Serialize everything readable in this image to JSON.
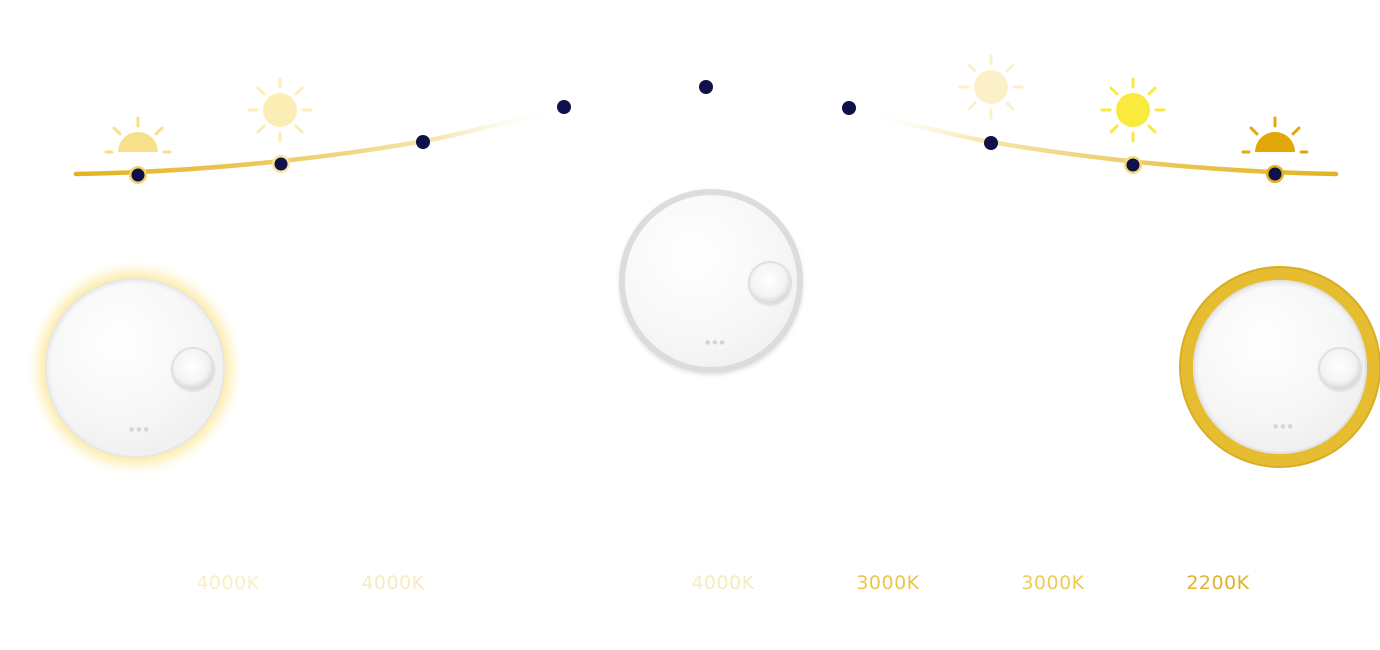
{
  "colors": {
    "curve_warm": "#e3b21e",
    "curve_light": "#f3dc90",
    "dot": "#10104a",
    "sun_dim": "#f7e08a",
    "sun_pale": "#fbeeb4",
    "sun_bright": "#f9ea3d",
    "sun_deep": "#e2a80a",
    "ring_gold": "#e6bd31",
    "glow": "#fbe79a"
  },
  "icons": [
    "sunrise-icon",
    "morning-sun-icon",
    "afternoon-sun-icon",
    "noon-sun-icon",
    "sunset-icon"
  ],
  "devices": [
    {
      "name": "ceiling-light-4000k-glow",
      "mode": "glow"
    },
    {
      "name": "ceiling-light-off",
      "mode": "off"
    },
    {
      "name": "ceiling-light-2200k-ring",
      "mode": "ring"
    }
  ],
  "labels": [
    {
      "text": "4000K",
      "color": "#f8efc8"
    },
    {
      "text": "4000K",
      "color": "#f6ebc0"
    },
    {
      "text": "4000K",
      "color": "#f6ebc0"
    },
    {
      "text": "3000K",
      "color": "#ecc54a"
    },
    {
      "text": "3000K",
      "color": "#eccb58"
    },
    {
      "text": "2200K",
      "color": "#e0b22e"
    }
  ]
}
